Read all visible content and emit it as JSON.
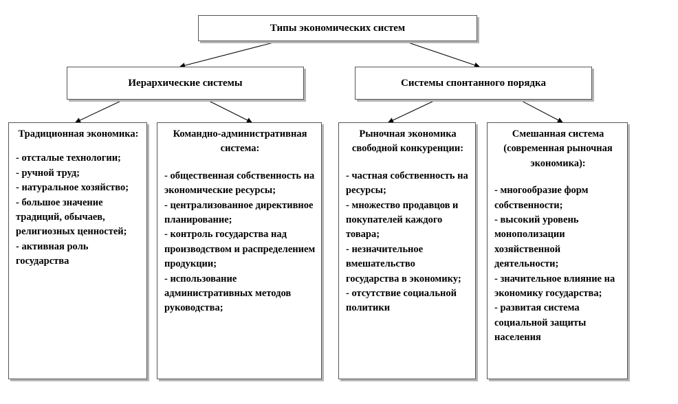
{
  "root": {
    "label": "Типы экономических систем"
  },
  "groups": [
    {
      "label": "Иерархические системы"
    },
    {
      "label": "Системы спонтанного порядка"
    }
  ],
  "leaves": [
    {
      "title": "Традиционная экономика:",
      "items": [
        "- отсталые технологии;",
        "- ручной труд;",
        "- натуральное хозяйство;",
        "- большое значение традиций, обычаев, религиозных ценностей;",
        "- активная роль государства"
      ]
    },
    {
      "title": "Командно-административная система:",
      "items": [
        "- общественная собственность на экономические ресурсы;",
        "- централизованное директивное планирование;",
        "- контроль государства над производством и распределением продукции;",
        "- использование административных методов руководства;"
      ]
    },
    {
      "title": "Рыночная экономика свободной конкуренции:",
      "items": [
        "- частная собственность на ресурсы;",
        "- множество продавцов и покупателей каждого товара;",
        "- незначительное вмешательство государства в экономику;",
        "- отсутствие социальной политики"
      ]
    },
    {
      "title": "Смешанная система (современная рыночная экономика):",
      "items": [
        "- многообразие форм собственности;",
        "- высокий уровень монополизации хозяйственной деятельности;",
        "- значительное влияние на экономику государства;",
        "- развитая система социальной защиты населения"
      ]
    }
  ]
}
